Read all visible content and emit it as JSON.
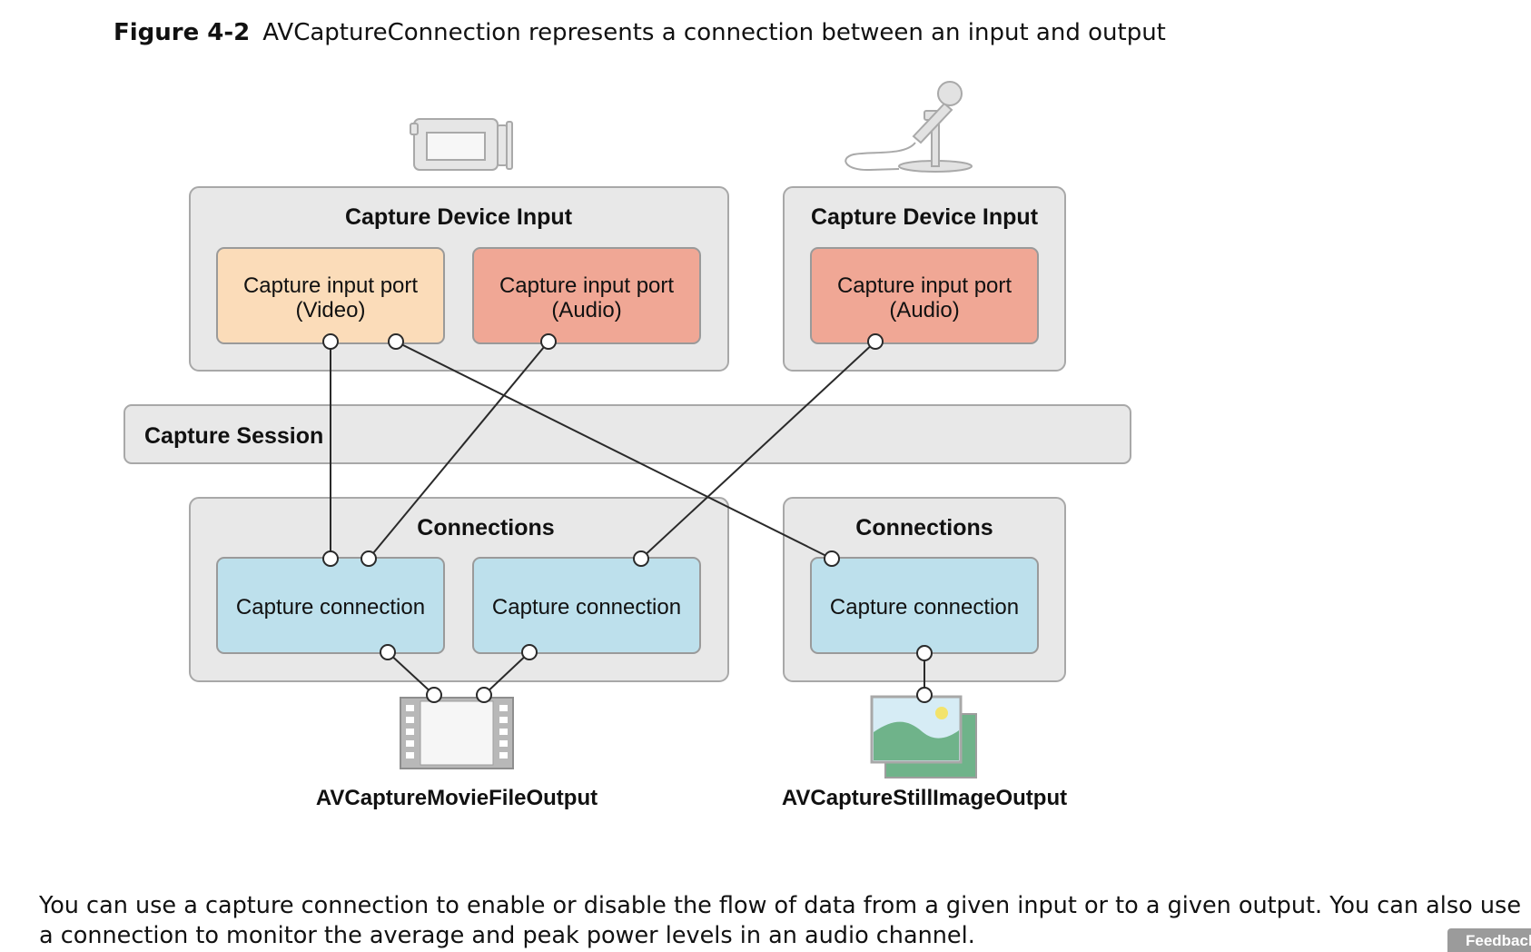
{
  "figure": {
    "label": "Figure 4-2",
    "title": "AVCaptureConnection represents a connection between an input and output"
  },
  "inputs": [
    {
      "title": "Capture Device Input",
      "device_icon": "video-camera-icon",
      "ports": [
        {
          "line1": "Capture input port",
          "line2": "(Video)",
          "color": "#fbdcb9"
        },
        {
          "line1": "Capture input port",
          "line2": "(Audio)",
          "color": "#f0a795"
        }
      ]
    },
    {
      "title": "Capture Device Input",
      "device_icon": "microphone-icon",
      "ports": [
        {
          "line1": "Capture input port",
          "line2": "(Audio)",
          "color": "#f0a795"
        }
      ]
    }
  ],
  "session": {
    "title": "Capture Session"
  },
  "connection_groups": [
    {
      "title": "Connections",
      "connections": [
        {
          "label": "Capture connection",
          "color": "#bde0ec"
        },
        {
          "label": "Capture connection",
          "color": "#bde0ec"
        }
      ]
    },
    {
      "title": "Connections",
      "connections": [
        {
          "label": "Capture connection",
          "color": "#bde0ec"
        }
      ]
    }
  ],
  "outputs": [
    {
      "label": "AVCaptureMovieFileOutput",
      "icon": "film-strip-icon"
    },
    {
      "label": "AVCaptureStillImageOutput",
      "icon": "photo-icon"
    }
  ],
  "colors": {
    "container_fill": "#e8e8e8",
    "container_stroke": "#a8a8a8",
    "line": "#2a2a2a"
  },
  "body_text": "You can use a capture connection to enable or disable the flow of data from a given input or to a given output. You can also use a connection to monitor the average and peak power levels in an audio channel.",
  "feedback_label": "Feedback"
}
